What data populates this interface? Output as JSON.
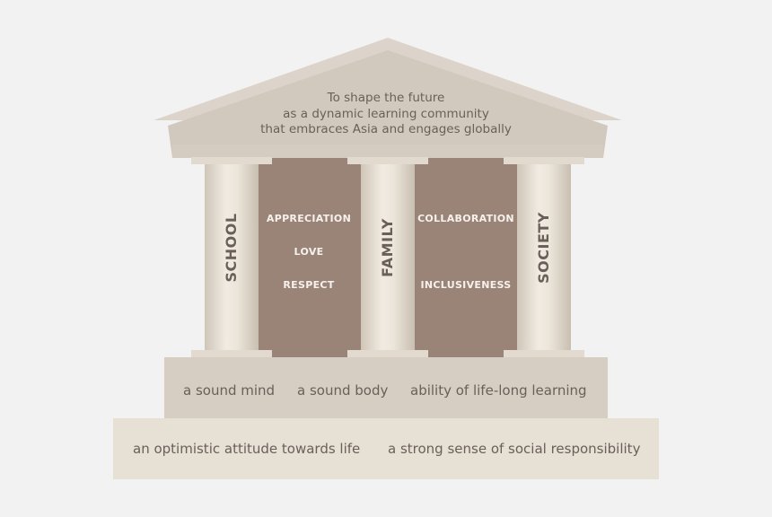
{
  "roof": {
    "vision_lines": [
      "To shape the future",
      "as a dynamic learning community",
      "that embraces Asia and engages globally"
    ]
  },
  "pillars": [
    {
      "label": "SCHOOL"
    },
    {
      "label": "FAMILY"
    },
    {
      "label": "SOCIETY"
    }
  ],
  "values_left": [
    "APPRECIATION",
    "LOVE",
    "RESPECT"
  ],
  "values_right": [
    "COLLABORATION",
    "INCLUSIVENESS"
  ],
  "upper_step": [
    "a sound mind",
    "a sound body",
    "ability of life-long learning"
  ],
  "lower_step": [
    "an optimistic attitude towards life",
    "a strong sense of social responsibility"
  ],
  "colors": {
    "background": "#f3f2f2",
    "stone": "#d8d0c5",
    "stone_light": "#ece6dc",
    "panel": "#9a8478",
    "text": "#6b5f59",
    "panel_text": "#f6f1ed"
  }
}
